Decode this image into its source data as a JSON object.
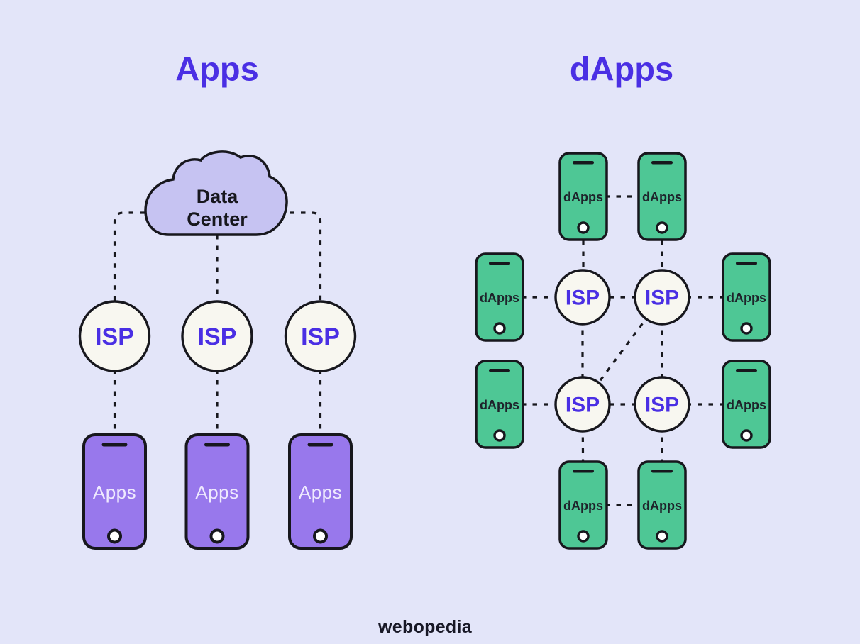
{
  "colors": {
    "background": "#E3E5F9",
    "accent": "#4A2FE4",
    "ink": "#17171D",
    "cloud_fill": "#C6C3F2",
    "node_fill": "#F8F7F0",
    "phone_purple": "#9878EC",
    "phone_purple_label": "#EFEAFE",
    "phone_green": "#4EC795",
    "phone_green_label": "#1E242B",
    "logo_ink": "#181826"
  },
  "left_panel": {
    "title": "Apps",
    "cloud": {
      "line1": "Data",
      "line2": "Center"
    },
    "isp_label": "ISP",
    "phone_label": "Apps"
  },
  "right_panel": {
    "title": "dApps",
    "isp_label": "ISP",
    "phone_label": "dApps"
  },
  "footer": {
    "brand": "webopedia"
  }
}
